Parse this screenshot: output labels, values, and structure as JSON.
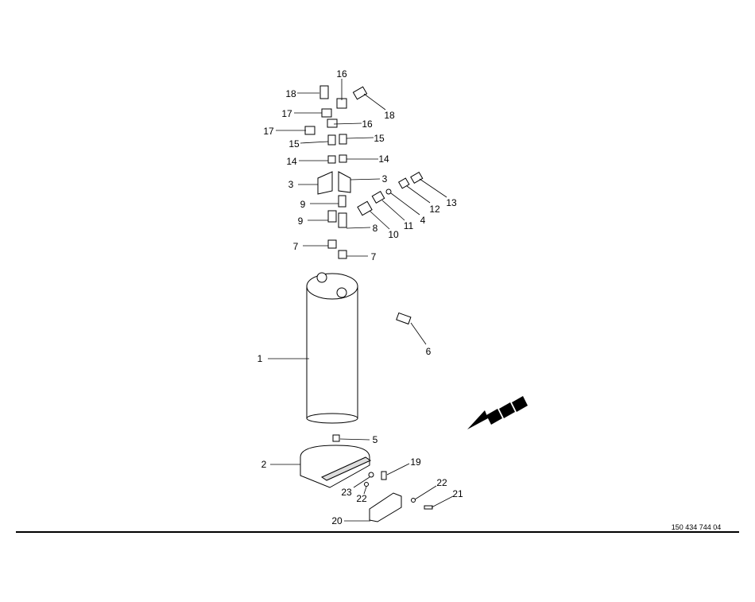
{
  "diagram": {
    "callouts": [
      "18",
      "16",
      "18",
      "17",
      "16",
      "17",
      "15",
      "15",
      "14",
      "14",
      "3",
      "3",
      "9",
      "9",
      "8",
      "10",
      "11",
      "4",
      "12",
      "13",
      "7",
      "7",
      "1",
      "6",
      "5",
      "2",
      "19",
      "23",
      "22",
      "22",
      "21",
      "20"
    ],
    "drawing_number": "150 434 744 04",
    "colors": {
      "line": "#000000",
      "background": "#ffffff"
    }
  }
}
